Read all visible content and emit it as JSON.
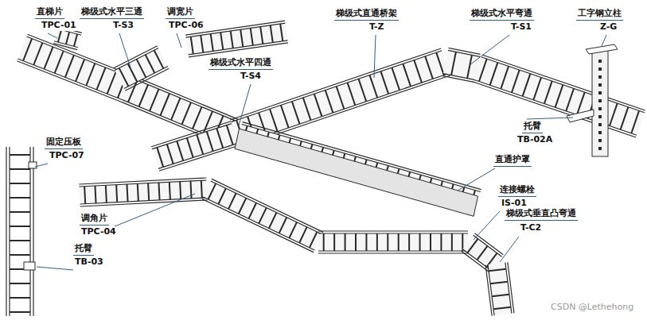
{
  "diagram": {
    "labels": [
      "直梯片",
      "TPC-01",
      "梯级式水平三通",
      "T-S3",
      "调宽片",
      "TPC-06",
      "梯级式直通桥架",
      "T-Z",
      "梯级式水平弯通",
      "T-S1",
      "工字钢立柱",
      "Z-G",
      "梯级式水平四通",
      "T-S4",
      "托臂",
      "TB-02A",
      "固定压板",
      "TPC-07",
      "直通护罩",
      "连接螺栓",
      "IS-01",
      "调角片",
      "TPC-04",
      "梯级式垂直凸弯通",
      "T-C2",
      "托臂",
      "TB-03",
      "CSDN @Lethehong"
    ]
  }
}
